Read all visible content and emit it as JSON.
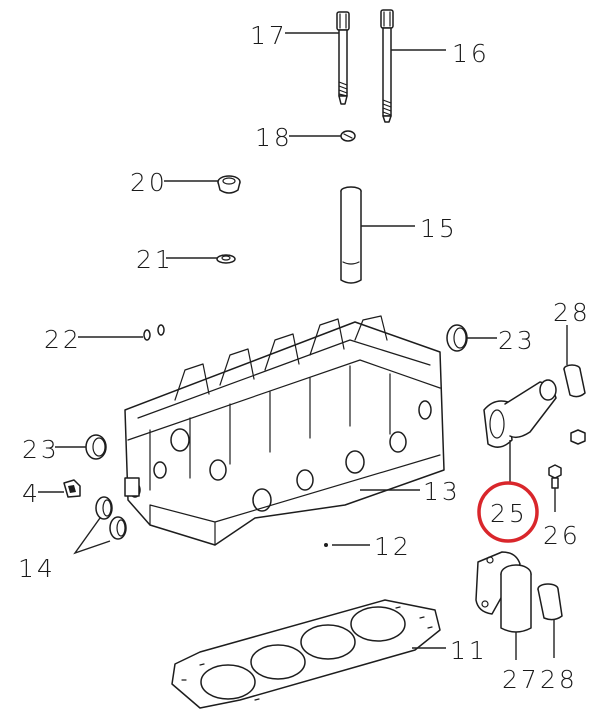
{
  "colors": {
    "line": "#1d1d1d",
    "highlight": "#d9262b",
    "background": "#ffffff"
  },
  "labels": {
    "p11": "11",
    "p12": "12",
    "p13": "13",
    "p14": "14",
    "p15": "15",
    "p16": "16",
    "p17": "17",
    "p18": "18",
    "p20": "20",
    "p21": "21",
    "p22": "22",
    "p23a": "23",
    "p23b": "23",
    "p25": "25",
    "p26": "26",
    "p27": "27",
    "p28a": "28",
    "p28b": "28",
    "p4": "4"
  },
  "highlighted_part": "25"
}
